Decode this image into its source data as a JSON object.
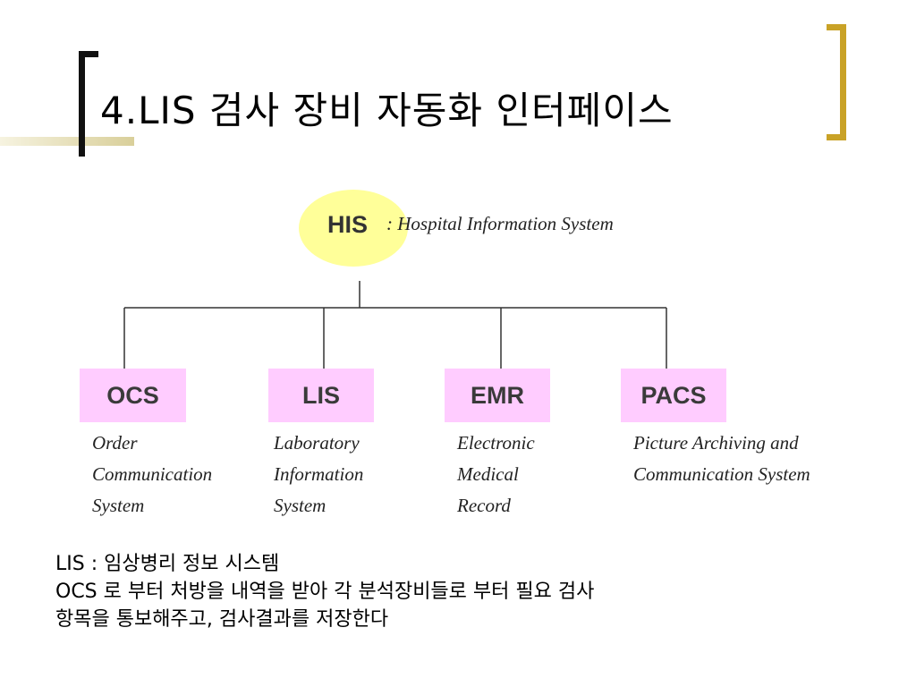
{
  "title": "4.LIS 검사 장비 자동화 인터페이스",
  "root": {
    "label": "HIS",
    "description": ": Hospital Information System"
  },
  "systems": [
    {
      "label": "OCS",
      "description": [
        "Order",
        "Communication",
        "System"
      ]
    },
    {
      "label": "LIS",
      "description": [
        "Laboratory",
        "Information",
        "System"
      ]
    },
    {
      "label": "EMR",
      "description": [
        "Electronic",
        "Medical",
        "Record"
      ]
    },
    {
      "label": "PACS",
      "description": [
        "Picture Archiving and",
        "Communication System"
      ]
    }
  ],
  "notes": [
    "LIS : 임상병리 정보 시스템",
    "OCS 로 부터 처방을 내역을 받아 각 분석장비들로 부터 필요 검사",
    "항목을 통보해주고, 검사결과를 저장한다"
  ],
  "colors": {
    "his_fill": "#ffff99",
    "box_fill": "#ffccff",
    "bracket_right": "#c9a227",
    "bracket_left": "#111111"
  }
}
